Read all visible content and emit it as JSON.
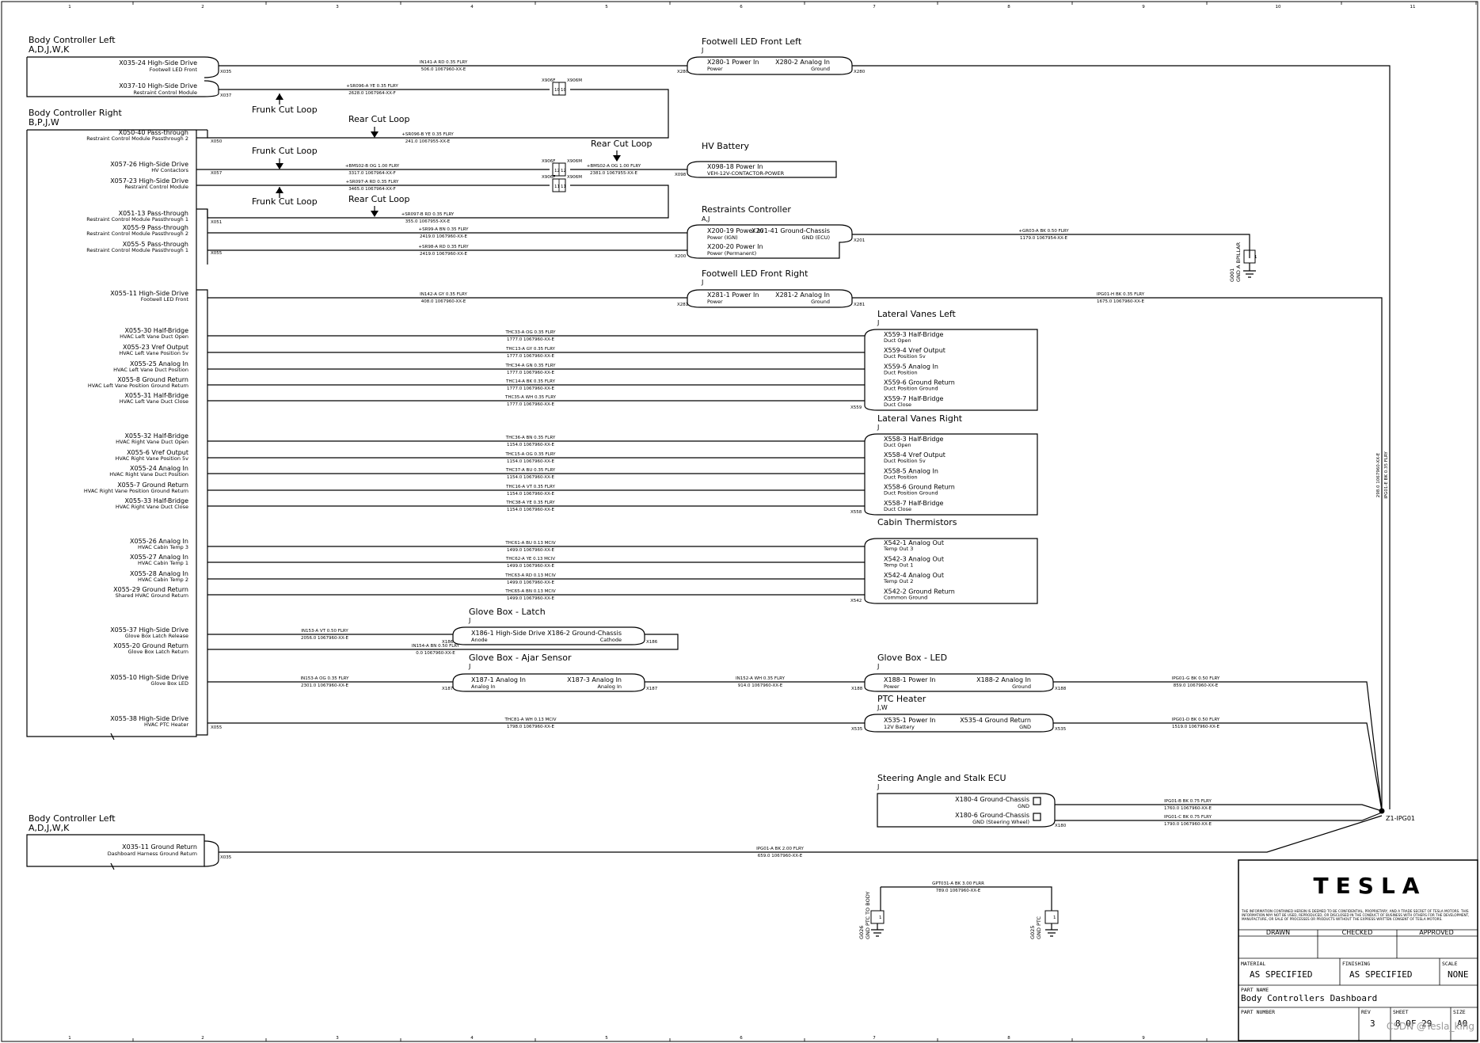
{
  "border_numbers": [
    "1",
    "2",
    "3",
    "4",
    "5",
    "6",
    "7",
    "8",
    "9",
    "10",
    "11"
  ],
  "components": [
    {
      "title": "Body Controller Left",
      "sub": "A,D,J,W,K"
    },
    {
      "title": "Body Controller Right",
      "sub": "B,P,J,W"
    },
    {
      "title": "Footwell LED Front Left",
      "sub": "J"
    },
    {
      "title": "HV Battery",
      "sub": ""
    },
    {
      "title": "Restraints Controller",
      "sub": "A,J"
    },
    {
      "title": "Footwell LED Front Right",
      "sub": "J"
    },
    {
      "title": "Lateral Vanes Left",
      "sub": "J"
    },
    {
      "title": "Lateral Vanes Right",
      "sub": "J"
    },
    {
      "title": "Cabin Thermistors",
      "sub": ""
    },
    {
      "title": "Glove Box - Latch",
      "sub": "J"
    },
    {
      "title": "Glove Box - Ajar Sensor",
      "sub": "J"
    },
    {
      "title": "Glove Box - LED",
      "sub": "J"
    },
    {
      "title": "PTC Heater",
      "sub": "J,W"
    },
    {
      "title": "Steering Angle and Stalk ECU",
      "sub": "J"
    },
    {
      "title": "Body Controller Left",
      "sub": "A,D,J,W,K"
    }
  ],
  "cut_loops": [
    "Frunk Cut Loop",
    "Rear Cut Loop",
    "Frunk Cut Loop",
    "Rear Cut Loop",
    "Frunk Cut Loop",
    "Rear Cut Loop"
  ],
  "bcl_pins": [
    {
      "pin": "X035-24 High-Side Drive",
      "desc": "Footwell LED Front",
      "conn": "X035"
    },
    {
      "pin": "X037-10 High-Side Drive",
      "desc": "Restraint Control Module",
      "conn": "X037"
    }
  ],
  "bcr_pins": [
    {
      "pin": "X050-40 Pass-through",
      "desc": "Restraint Control Module Passthrough 2",
      "conn": "X050"
    },
    {
      "pin": "X057-26 High-Side Drive",
      "desc": "HV Contactors",
      "conn": "X057"
    },
    {
      "pin": "X057-23 High-Side Drive",
      "desc": "Restraint Control Module",
      "conn": ""
    },
    {
      "pin": "X051-13 Pass-through",
      "desc": "Restraint Control Module Passthrough 1",
      "conn": "X051"
    },
    {
      "pin": "X055-9 Pass-through",
      "desc": "Restraint Control Module Passthrough 2",
      "conn": ""
    },
    {
      "pin": "X055-5 Pass-through",
      "desc": "Restraint Control Module Passthrough 1",
      "conn": "X055"
    },
    {
      "pin": "X055-11 High-Side Drive",
      "desc": "Footwell LED Front",
      "conn": ""
    },
    {
      "pin": "X055-30 Half-Bridge",
      "desc": "HVAC Left Vane Duct Open",
      "conn": ""
    },
    {
      "pin": "X055-23 Vref Output",
      "desc": "HVAC Left Vane Position 5v",
      "conn": ""
    },
    {
      "pin": "X055-25 Analog In",
      "desc": "HVAC Left Vane Duct Position",
      "conn": ""
    },
    {
      "pin": "X055-8 Ground Return",
      "desc": "HVAC Left Vane Position Ground Return",
      "conn": ""
    },
    {
      "pin": "X055-31 Half-Bridge",
      "desc": "HVAC Left Vane Duct Close",
      "conn": ""
    },
    {
      "pin": "X055-32 Half-Bridge",
      "desc": "HVAC Right Vane Duct Open",
      "conn": ""
    },
    {
      "pin": "X055-6 Vref Output",
      "desc": "HVAC Right Vane Position 5v",
      "conn": ""
    },
    {
      "pin": "X055-24 Analog In",
      "desc": "HVAC Right Vane Duct Position",
      "conn": ""
    },
    {
      "pin": "X055-7 Ground Return",
      "desc": "HVAC Right Vane Position Ground Return",
      "conn": ""
    },
    {
      "pin": "X055-33 Half-Bridge",
      "desc": "HVAC Right Vane Duct Close",
      "conn": ""
    },
    {
      "pin": "X055-26 Analog In",
      "desc": "HVAC Cabin Temp 3",
      "conn": ""
    },
    {
      "pin": "X055-27 Analog In",
      "desc": "HVAC Cabin Temp 1",
      "conn": ""
    },
    {
      "pin": "X055-28 Analog In",
      "desc": "HVAC Cabin Temp 2",
      "conn": ""
    },
    {
      "pin": "X055-29 Ground Return",
      "desc": "Shared HVAC Ground Return",
      "conn": ""
    },
    {
      "pin": "X055-37 High-Side Drive",
      "desc": "Glove Box Latch Release",
      "conn": ""
    },
    {
      "pin": "X055-20 Ground Return",
      "desc": "Glove Box Latch Return",
      "conn": ""
    },
    {
      "pin": "X055-10 High-Side Drive",
      "desc": "Glove Box LED",
      "conn": ""
    },
    {
      "pin": "X055-38 High-Side Drive",
      "desc": "HVAC PTC Heater",
      "conn": "X055"
    }
  ],
  "bcl2_pins": [
    {
      "pin": "X035-11 Ground Return",
      "desc": "Dashboard Harness Ground Return",
      "conn": "X035"
    }
  ],
  "wires": [
    {
      "id": "IN141-A  RD  0.35  FLRY",
      "len": "506.0     1067960-XX-E"
    },
    {
      "id": "+SR096-A  YE  0.35  FLRY",
      "len": "2628.0     1067964-XX-F"
    },
    {
      "id": "+SR096-B  YE  0.35  FLRY",
      "len": "241.0     1067955-XX-E"
    },
    {
      "id": "+BMS02-B  OG  1.00  FLRY",
      "len": "3317.0     1067964-XX-F"
    },
    {
      "id": "+BMS02-A  OG  1.00  FLRY",
      "len": "2381.0     1067955-XX-E"
    },
    {
      "id": "+SR097-A  RD  0.35  FLRY",
      "len": "3465.0     1067964-XX-F"
    },
    {
      "id": "+SR097-B  RD  0.35  FLRY",
      "len": "355.0     1067955-XX-E"
    },
    {
      "id": "+SR99-A  BN  0.35  FLRY",
      "len": "2419.0     1067960-XX-E"
    },
    {
      "id": "+SR98-A  RD  0.35  FLRY",
      "len": "2419.0     1067960-XX-E"
    },
    {
      "id": "+GR03-A  BK  0.50  FLRY",
      "len": "1179.0     1067954-XX-E"
    },
    {
      "id": "IN142-A  GY  0.35  FLRY",
      "len": "408.0     1067960-XX-E"
    },
    {
      "id": "IPG01-H  BK  0.35  FLRY",
      "len": "1675.0     1067960-XX-E"
    },
    {
      "id": "THC33-A  OG  0.35  FLRY",
      "len": "1777.0     1067960-XX-E"
    },
    {
      "id": "THC13-A  GY  0.35  FLRY",
      "len": "1777.0     1067960-XX-E"
    },
    {
      "id": "THC34-A  GN  0.35  FLRY",
      "len": "1777.0     1067960-XX-E"
    },
    {
      "id": "THC14-A  BK  0.35  FLRY",
      "len": "1777.0     1067960-XX-E"
    },
    {
      "id": "THC35-A  WH  0.35  FLRY",
      "len": "1777.0     1067960-XX-E"
    },
    {
      "id": "THC36-A  BN  0.35  FLRY",
      "len": "1154.0     1067960-XX-E"
    },
    {
      "id": "THC15-A  OG  0.35  FLRY",
      "len": "1154.0     1067960-XX-E"
    },
    {
      "id": "THC37-A  BU  0.35  FLRY",
      "len": "1154.0     1067960-XX-E"
    },
    {
      "id": "THC16-A  VT  0.35  FLRY",
      "len": "1154.0     1067960-XX-E"
    },
    {
      "id": "THC38-A  YE  0.35  FLRY",
      "len": "1154.0     1067960-XX-E"
    },
    {
      "id": "THC61-A  BU  0.13  MCIV",
      "len": "1499.0     1067960-XX-E"
    },
    {
      "id": "THC62-A  YE  0.13  MCIV",
      "len": "1499.0     1067960-XX-E"
    },
    {
      "id": "THC63-A  RD  0.13  MCIV",
      "len": "1499.0     1067960-XX-E"
    },
    {
      "id": "THC65-A  BN  0.13  MCIV",
      "len": "1499.0     1067960-XX-E"
    },
    {
      "id": "IN153-A  VT  0.50  FLRY",
      "len": "2056.0     1067960-XX-E"
    },
    {
      "id": "IN154-A  BN  0.50  FLRY",
      "len": "0.0     1067960-XX-E"
    },
    {
      "id": "IN153-A  OG  0.35  FLRY",
      "len": "2301.0     1067960-XX-E"
    },
    {
      "id": "IN152-A  WH  0.35  FLRY",
      "len": "914.0     1067960-XX-E"
    },
    {
      "id": "IPG01-G  BK  0.50  FLRY",
      "len": "859.0     1067960-XX-E"
    },
    {
      "id": "THC81-A  WH  0.13  MCIV",
      "len": "1798.0     1067960-XX-E"
    },
    {
      "id": "IPG01-D  BK  0.50  FLRY",
      "len": "1519.0     1067960-XX-E"
    },
    {
      "id": "IPG01-B  BK  0.75  FLRY",
      "len": "1760.0     1067960-XX-E"
    },
    {
      "id": "IPG01-C  BK  0.75  FLRY",
      "len": "1790.0     1067960-XX-E"
    },
    {
      "id": "IPG01-A  BK  2.00  FLRY",
      "len": "659.0     1067960-XX-E"
    },
    {
      "id": "GPT031-A  BK  3.00  FLRR",
      "len": "789.0     1067960-XX-E"
    }
  ],
  "vertical_wire": {
    "id": "IPG01-E  BK  0.35  FLRY",
    "len": "298.0     1067960-XX-E"
  },
  "splices": [
    {
      "top": "X906F",
      "bot": "X906M",
      "pins": [
        "10",
        "10"
      ]
    },
    {
      "top": "X906F",
      "bot": "X906M",
      "pins": [
        "12",
        "12"
      ]
    },
    {
      "top": "X906F",
      "bot": "X906M",
      "pins": [
        "11",
        "11"
      ]
    }
  ],
  "dev_pins": {
    "fl": [
      {
        "l1": "X280-1 Power In",
        "l2": "Power",
        "r1": "X280-2 Analog In",
        "r2": "Ground",
        "conn": "X280"
      }
    ],
    "hvb": [
      {
        "l1": "X098-18 Power In",
        "l2": "VEH-12V-CONTACTOR-POWER",
        "r1": "",
        "r2": "",
        "conn": "X098"
      }
    ],
    "rc": [
      {
        "l1": "X200-19 Power In",
        "l2": "Power (IGN)",
        "r1": "X201-41 Ground-Chassis",
        "r2": "GND (ECU)",
        "conn": "X201"
      },
      {
        "l1": "X200-20 Power In",
        "l2": "Power (Permanent)",
        "r1": "",
        "r2": "",
        "conn": "X200"
      }
    ],
    "fr": [
      {
        "l1": "X281-1 Power In",
        "l2": "Power",
        "r1": "X281-2 Analog In",
        "r2": "Ground",
        "conn": "X281"
      }
    ],
    "lvl": [
      {
        "l1": "X559-3 Half-Bridge",
        "l2": "Duct Open"
      },
      {
        "l1": "X559-4 Vref Output",
        "l2": "Duct Position 5v"
      },
      {
        "l1": "X559-5 Analog In",
        "l2": "Duct Position"
      },
      {
        "l1": "X559-6 Ground Return",
        "l2": "Duct Position Ground"
      },
      {
        "l1": "X559-7 Half-Bridge",
        "l2": "Duct Close"
      }
    ],
    "lvr": [
      {
        "l1": "X558-3 Half-Bridge",
        "l2": "Duct Open"
      },
      {
        "l1": "X558-4 Vref Output",
        "l2": "Duct Position 5v"
      },
      {
        "l1": "X558-5 Analog In",
        "l2": "Duct Position"
      },
      {
        "l1": "X558-6 Ground Return",
        "l2": "Duct Position Ground"
      },
      {
        "l1": "X558-7 Half-Bridge",
        "l2": "Duct Close"
      }
    ],
    "ct": [
      {
        "l1": "X542-1 Analog Out",
        "l2": "Temp Out 3"
      },
      {
        "l1": "X542-3 Analog Out",
        "l2": "Temp Out 1"
      },
      {
        "l1": "X542-4 Analog Out",
        "l2": "Temp Out 2"
      },
      {
        "l1": "X542-2 Ground Return",
        "l2": "Common Ground"
      }
    ],
    "gbl": [
      {
        "l1": "X186-1 High-Side Drive",
        "l2": "Anode",
        "r1": "X186-2 Ground-Chassis",
        "r2": "Cathode",
        "conn": "X186"
      }
    ],
    "gba": [
      {
        "l1": "X187-1 Analog In",
        "l2": "Analog In",
        "r1": "X187-3 Analog In",
        "r2": "Analog In",
        "conn": "X187"
      }
    ],
    "gbled": [
      {
        "l1": "X188-1 Power In",
        "l2": "Power",
        "r1": "X188-2 Analog In",
        "r2": "Ground",
        "conn": "X188"
      }
    ],
    "ptc": [
      {
        "l1": "X535-1 Power In",
        "l2": "12V Battery",
        "r1": "X535-4 Ground Return",
        "r2": "GND",
        "conn": "X535"
      }
    ],
    "sas": [
      {
        "r1": "X180-4 Ground-Chassis",
        "r2": "GND"
      },
      {
        "r1": "X180-6 Ground-Chassis",
        "r2": "GND (Steering Wheel)"
      }
    ]
  },
  "conn_labels": {
    "lvl": "X559",
    "lvr": "X558",
    "ct": "X542",
    "sas": "X180"
  },
  "grounds": [
    {
      "a": "G001",
      "b": "GND A BPILLAR"
    },
    {
      "a": "G026",
      "b": "GND PTC TO BODY"
    },
    {
      "a": "G025",
      "b": "GND PTC"
    }
  ],
  "ground_pins": [
    "1",
    "1",
    "1"
  ],
  "ground_point": "Z1-IPG01",
  "title_block": {
    "logo": "TESLA",
    "disclaimer": "THE INFORMATION CONTAINED HEREIN IS DEEMED TO BE CONFIDENTIAL, PROPRIETARY, AND A TRADE SECRET OF TESLA MOTORS. THIS INFORMATION MAY NOT BE USED, REPRODUCED, OR DISCLOSED IN THE CONDUCT OF BUSINESS WITH OTHERS FOR THE DEVELOPMENT, MANUFACTURE, OR SALE OF PROCESSES OR PRODUCTS WITHOUT THE EXPRESS WRITTEN CONSENT OF TESLA MOTORS.",
    "drawn": "DRAWN",
    "checked": "CHECKED",
    "approved": "APPROVED",
    "material_label": "MATERIAL",
    "material": "AS SPECIFIED",
    "finishing_label": "FINISHING",
    "finishing": "AS SPECIFIED",
    "scale_label": "SCALE",
    "scale": "NONE",
    "part_name_label": "PART NAME",
    "part_name": "Body Controllers Dashboard",
    "part_number_label": "PART NUMBER",
    "rev_label": "REV",
    "rev": "3",
    "sheet_label": "SHEET",
    "sheet": "8 OF 29",
    "size_label": "SIZE",
    "size": "A0"
  },
  "watermark": "CSDN @Tesla_king"
}
